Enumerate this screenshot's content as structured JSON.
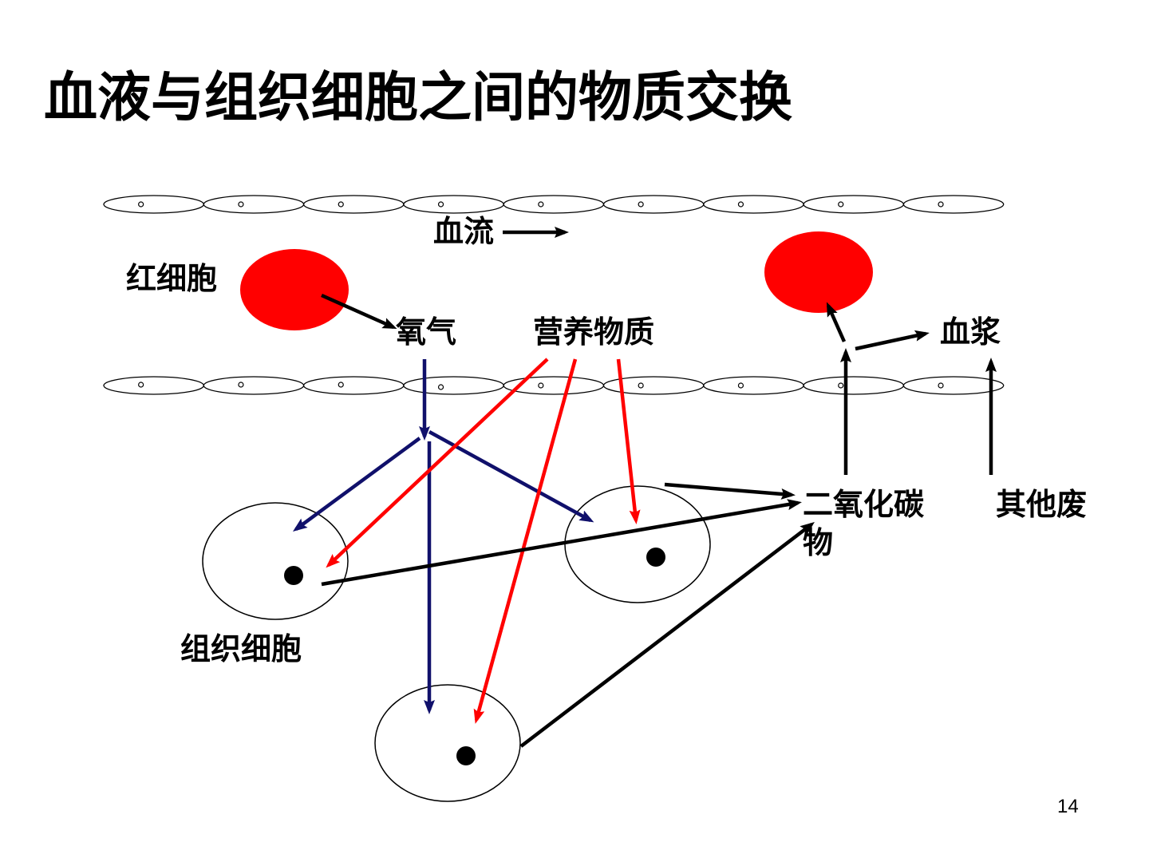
{
  "title": "血液与组织细胞之间的物质交换",
  "labels": {
    "blood_flow": "血流",
    "red_blood_cell": "红细胞",
    "oxygen": "氧气",
    "nutrients": "营养物质",
    "plasma": "血浆",
    "carbon_dioxide": "二氧化碳",
    "other_waste": "其他废",
    "other_waste_wrap": "物",
    "tissue_cells": "组织细胞"
  },
  "page_number": "14",
  "colors": {
    "red_blood_cell": "#ff0000",
    "arrow_black": "#000000",
    "arrow_oxygen": "#10106b",
    "arrow_nutrient": "#ff0000",
    "nucleus": "#000000"
  }
}
